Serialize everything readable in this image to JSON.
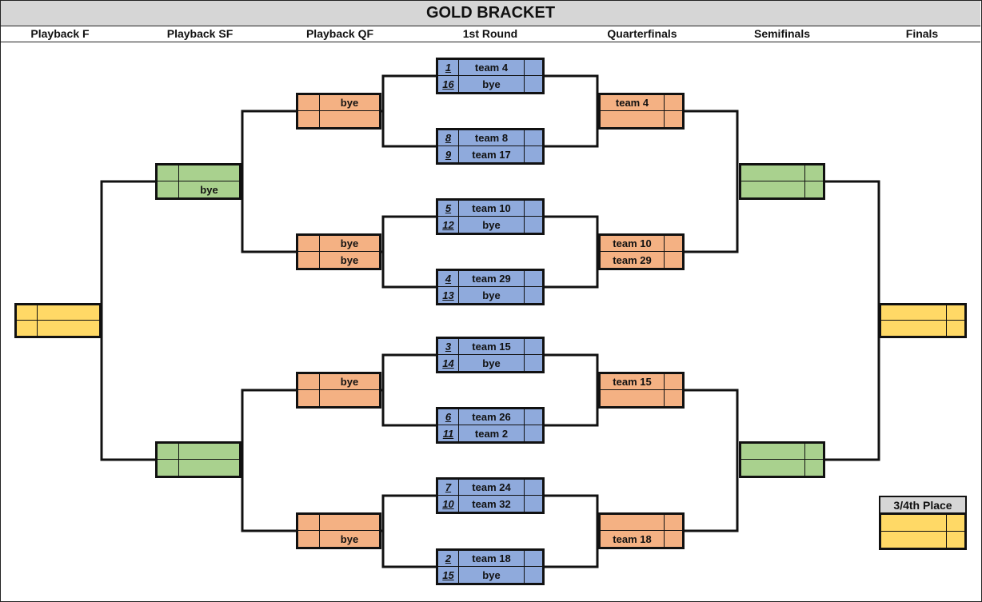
{
  "title": "GOLD BRACKET",
  "columns": [
    "Playback F",
    "Playback SF",
    "Playback QF",
    "1st Round",
    "Quarterfinals",
    "Semifinals",
    "Finals"
  ],
  "colors": {
    "first_round": "#8faadc",
    "quarterfinals": "#f4b183",
    "semifinals": "#a9d18e",
    "finals": "#ffd966",
    "header": "#d6d6d6"
  },
  "first_round": [
    {
      "top": {
        "seed": "1",
        "team": "team 4"
      },
      "bot": {
        "seed": "16",
        "team": "bye"
      }
    },
    {
      "top": {
        "seed": "8",
        "team": "team 8"
      },
      "bot": {
        "seed": "9",
        "team": "team 17"
      }
    },
    {
      "top": {
        "seed": "5",
        "team": "team 10"
      },
      "bot": {
        "seed": "12",
        "team": "bye"
      }
    },
    {
      "top": {
        "seed": "4",
        "team": "team 29"
      },
      "bot": {
        "seed": "13",
        "team": "bye"
      }
    },
    {
      "top": {
        "seed": "3",
        "team": "team 15"
      },
      "bot": {
        "seed": "14",
        "team": "bye"
      }
    },
    {
      "top": {
        "seed": "6",
        "team": "team 26"
      },
      "bot": {
        "seed": "11",
        "team": "team 2"
      }
    },
    {
      "top": {
        "seed": "7",
        "team": "team 24"
      },
      "bot": {
        "seed": "10",
        "team": "team 32"
      }
    },
    {
      "top": {
        "seed": "2",
        "team": "team 18"
      },
      "bot": {
        "seed": "15",
        "team": "bye"
      }
    }
  ],
  "quarterfinals": [
    {
      "top": "team 4",
      "bot": ""
    },
    {
      "top": "team 10",
      "bot": "team 29"
    },
    {
      "top": "team 15",
      "bot": ""
    },
    {
      "top": "",
      "bot": "team 18"
    }
  ],
  "playback_qf": [
    {
      "top": "bye",
      "bot": ""
    },
    {
      "top": "bye",
      "bot": "bye"
    },
    {
      "top": "bye",
      "bot": ""
    },
    {
      "top": "",
      "bot": "bye"
    }
  ],
  "semifinals": [
    {
      "top": "",
      "bot": ""
    },
    {
      "top": "",
      "bot": ""
    }
  ],
  "playback_sf": [
    {
      "top": "",
      "bot": "bye"
    },
    {
      "top": "",
      "bot": ""
    }
  ],
  "finals": {
    "top": "",
    "bot": ""
  },
  "playback_f": {
    "top": "",
    "bot": ""
  },
  "third_place": {
    "label": "3/4th Place",
    "top": "",
    "bot": ""
  }
}
